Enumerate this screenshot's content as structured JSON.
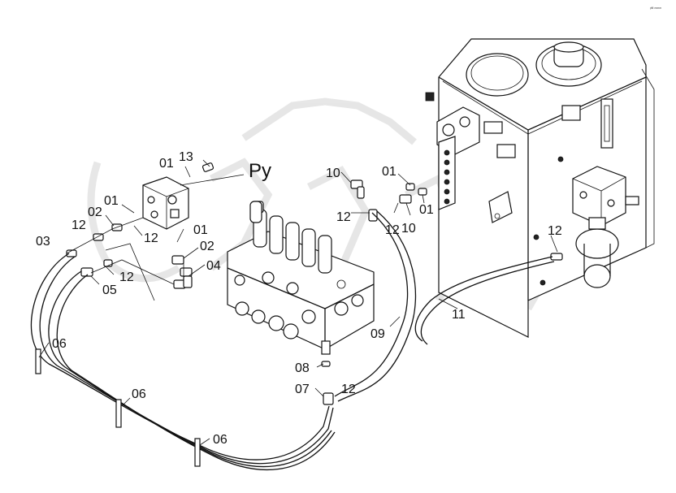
{
  "corner_mark": "ʸᴹ ᵐᵐᵐ",
  "callouts": [
    {
      "id": "c-01a",
      "text": "01"
    },
    {
      "id": "c-13",
      "text": "13"
    },
    {
      "id": "c-py",
      "text": "Py"
    },
    {
      "id": "c-01b",
      "text": "01"
    },
    {
      "id": "c-02a",
      "text": "02"
    },
    {
      "id": "c-12a",
      "text": "12"
    },
    {
      "id": "c-12b",
      "text": "12"
    },
    {
      "id": "c-03",
      "text": "03"
    },
    {
      "id": "c-01c",
      "text": "01"
    },
    {
      "id": "c-02b",
      "text": "02"
    },
    {
      "id": "c-04",
      "text": "04"
    },
    {
      "id": "c-12c",
      "text": "12"
    },
    {
      "id": "c-05",
      "text": "05"
    },
    {
      "id": "c-06a",
      "text": "06"
    },
    {
      "id": "c-06b",
      "text": "06"
    },
    {
      "id": "c-06c",
      "text": "06"
    },
    {
      "id": "c-10a",
      "text": "10"
    },
    {
      "id": "c-01d",
      "text": "01"
    },
    {
      "id": "c-12d",
      "text": "12"
    },
    {
      "id": "c-12e",
      "text": "12"
    },
    {
      "id": "c-10b",
      "text": "10"
    },
    {
      "id": "c-01e",
      "text": "01"
    },
    {
      "id": "c-12f",
      "text": "12"
    },
    {
      "id": "c-11",
      "text": "11"
    },
    {
      "id": "c-09",
      "text": "09"
    },
    {
      "id": "c-08",
      "text": "08"
    },
    {
      "id": "c-07",
      "text": "07"
    },
    {
      "id": "c-12g",
      "text": "12"
    }
  ],
  "colors": {
    "line": "#111111",
    "background": "#ffffff",
    "watermark": "#e4e4e4"
  }
}
